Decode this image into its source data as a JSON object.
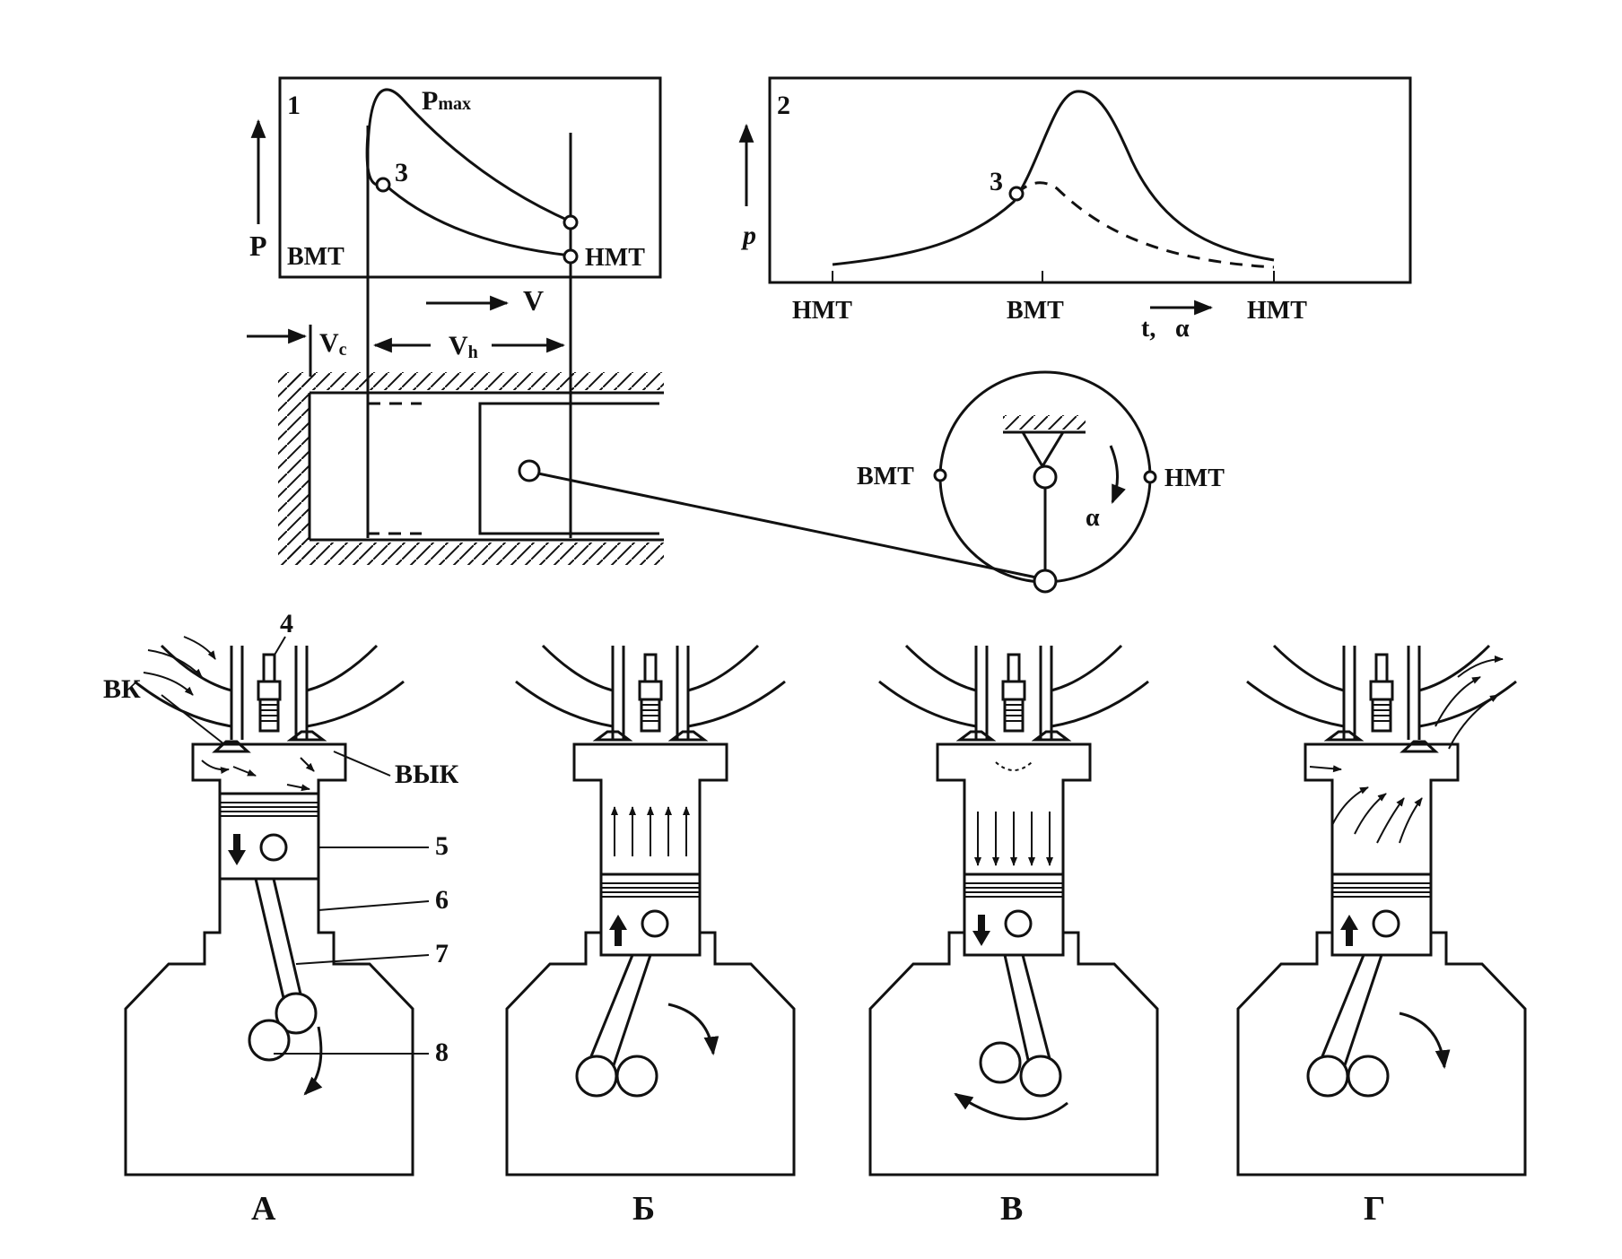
{
  "diagram1": {
    "number": "1",
    "pressure_label": "P",
    "pmax_main": "P",
    "pmax_sub": "max",
    "point_label": "3",
    "vmt": "ВМТ",
    "nmt": "НМТ",
    "volume_label": "V",
    "vc_main": "V",
    "vc_sub": "c",
    "vh_main": "V",
    "vh_sub": "h"
  },
  "diagram2": {
    "number": "2",
    "pressure_label": "p",
    "point_label": "3",
    "nmt_left": "НМТ",
    "vmt": "ВМТ",
    "time_label": "t,",
    "angle_label": "α",
    "nmt_right": "НМТ"
  },
  "crank": {
    "vmt": "ВМТ",
    "nmt": "НМТ",
    "angle": "α"
  },
  "strokes": {
    "labels": [
      "А",
      "Б",
      "В",
      "Г"
    ],
    "callouts": {
      "intake_valve": "ВК",
      "exhaust_valve": "ВЫК",
      "n4": "4",
      "n5": "5",
      "n6": "6",
      "n7": "7",
      "n8": "8"
    }
  }
}
